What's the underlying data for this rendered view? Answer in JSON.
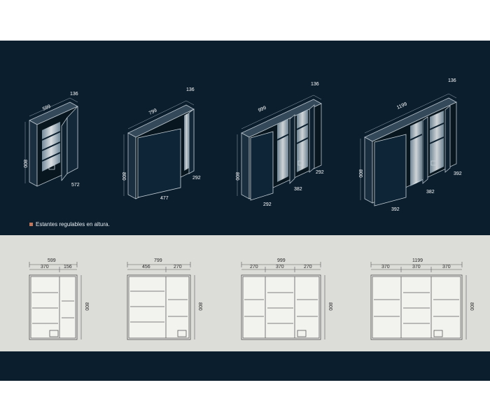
{
  "colors": {
    "dark_bg": "#0a1e2e",
    "light_bg": "#dcdcd9",
    "accent": "#c0765a"
  },
  "legend": {
    "text": "Estantes regulables en altura."
  },
  "perspective_units": [
    {
      "width": "599",
      "depth": "136",
      "height": "800",
      "door_a": "572"
    },
    {
      "width": "799",
      "depth": "136",
      "height": "800",
      "door_a": "292",
      "door_b": "477"
    },
    {
      "width": "999",
      "depth": "136",
      "height": "800",
      "door_a": "292",
      "door_b": "382",
      "door_c": "292"
    },
    {
      "width": "1199",
      "depth": "136",
      "height": "800",
      "door_a": "392",
      "door_b": "382",
      "door_c": "392"
    }
  ],
  "front_units": [
    {
      "total": "599",
      "segments": [
        "370",
        "156"
      ],
      "height": "800"
    },
    {
      "total": "799",
      "segments": [
        "456",
        "270"
      ],
      "height": "800"
    },
    {
      "total": "999",
      "segments": [
        "270",
        "370",
        "270"
      ],
      "height": "800"
    },
    {
      "total": "1199",
      "segments": [
        "370",
        "370",
        "370"
      ],
      "height": "800"
    }
  ]
}
